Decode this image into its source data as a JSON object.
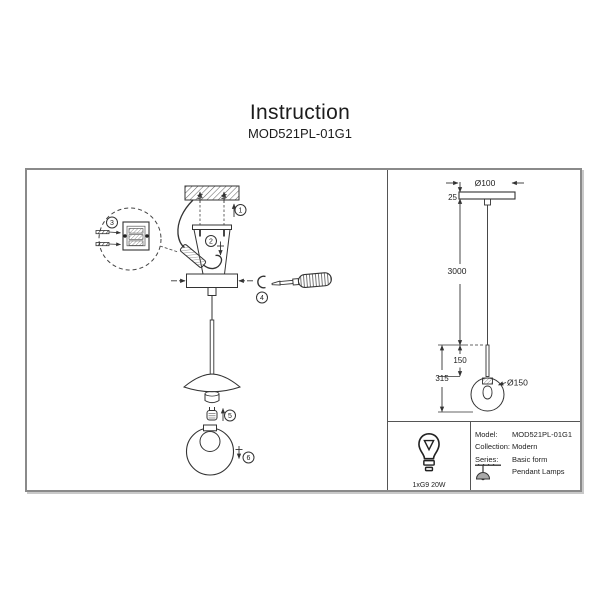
{
  "header": {
    "title": "Instruction",
    "model": "MOD521PL-01G1"
  },
  "assembly": {
    "callouts": [
      "1",
      "2",
      "3",
      "4",
      "5",
      "6"
    ]
  },
  "dimensions": {
    "canopy_diameter": "Ø100",
    "canopy_height": "25",
    "suspension_length": "3000",
    "rod_length": "150",
    "lamp_height": "315",
    "shade_diameter": "Ø150"
  },
  "spec": {
    "bulb": "1xG9 20W",
    "rows": [
      {
        "label": "Model:",
        "value": "MOD521PL-01G1"
      },
      {
        "label": "Collection:",
        "value": "Modern"
      },
      {
        "label": "Series:",
        "value": "Basic form"
      },
      {
        "label": "",
        "value": "Pendant Lamps"
      }
    ]
  },
  "colors": {
    "line": "#333333",
    "border": "#8a8a8a",
    "icon_shade": "#a9a9a9",
    "background": "#ffffff"
  },
  "icons": {
    "bulb": "bulb-icon",
    "pendant_lamp": "pendant-lamp-icon",
    "screwdriver": "screwdriver-icon"
  }
}
